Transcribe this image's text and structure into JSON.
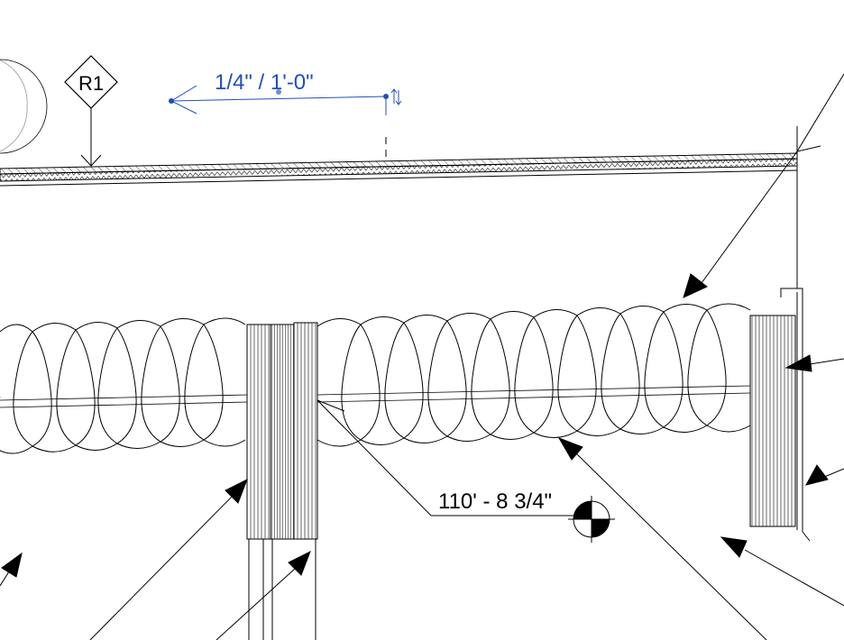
{
  "tag_label": "R1",
  "slope_label": "1/4\" / 1'-0\"",
  "elevation_label": "110' - 8 3/4\"",
  "colors": {
    "line": "#000000",
    "selected": "#1f4fbf",
    "background": "#ffffff"
  },
  "icons": {
    "flip_arrows": "flip-arrows-icon",
    "elevation_marker": "elevation-target-icon",
    "roof_tag": "roof-tag-icon"
  }
}
